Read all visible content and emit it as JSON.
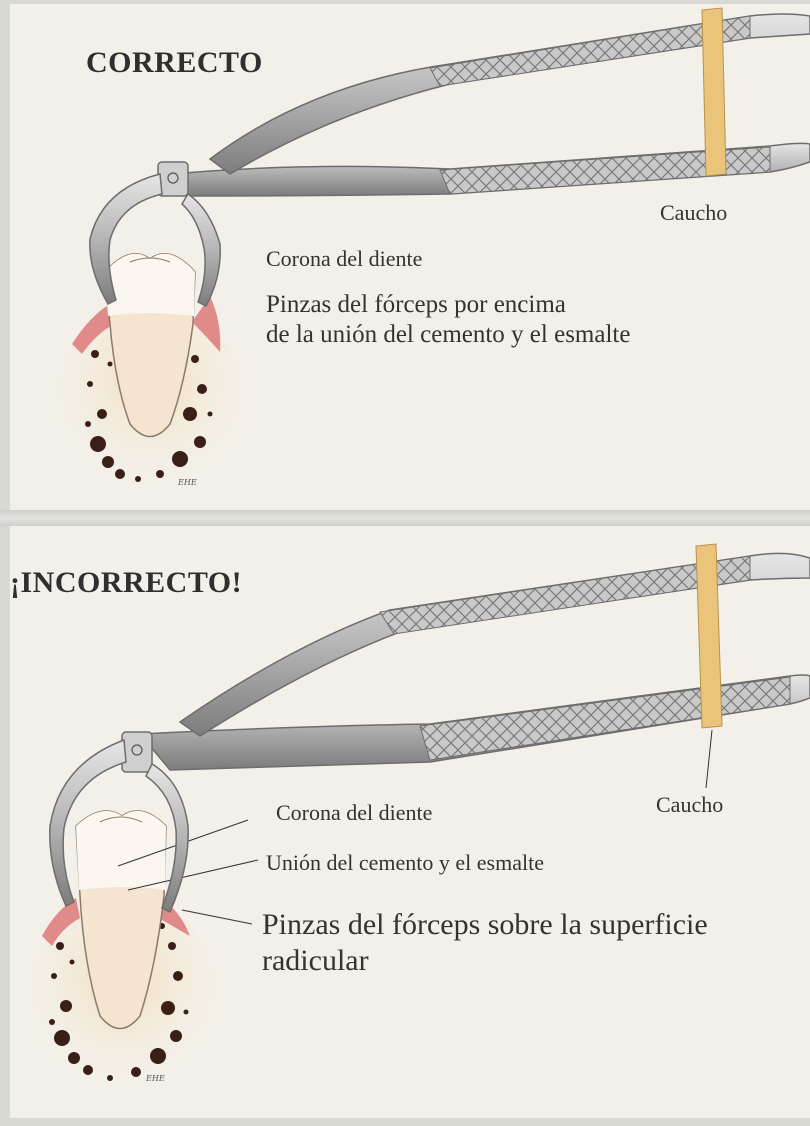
{
  "panels": {
    "correct": {
      "title": "CORRECTO",
      "labels": {
        "rubber_band": "Caucho",
        "crown": "Corona del diente",
        "beaks_line1": "Pinzas del fórceps por encima",
        "beaks_line2": "de la unión del cemento y el esmalte"
      }
    },
    "incorrect": {
      "title": "¡INCORRECTO!",
      "labels": {
        "rubber_band": "Caucho",
        "crown": "Corona del diente",
        "cej": "Unión del cemento y el esmalte",
        "beaks_line1": "Pinzas del fórceps sobre la superficie",
        "beaks_line2": "radicular"
      }
    }
  },
  "colors": {
    "paper": "#f3f0e9",
    "steel": "#b9b9b9",
    "steel_dark": "#6d6d6d",
    "rubber_band": "#e9c47a",
    "gum": "#e08a8a",
    "bone_spots": "#3a1f18"
  }
}
